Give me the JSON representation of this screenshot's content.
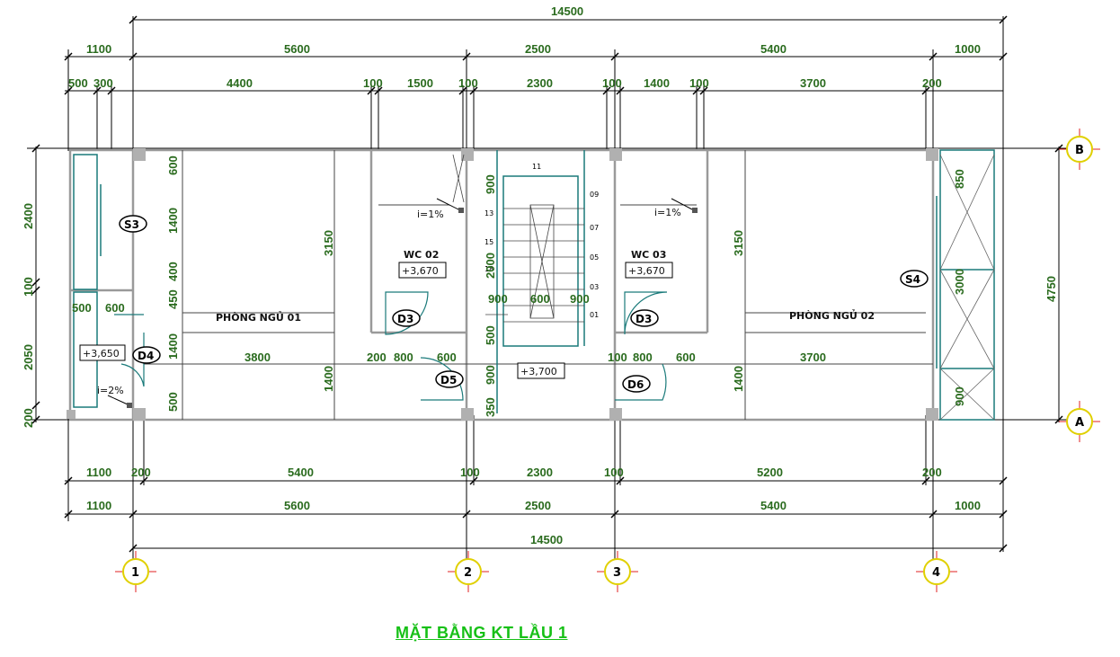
{
  "title": "MẶT BẰNG KT LẦU 1",
  "colors": {
    "dimension": "#2a6b1e",
    "wall": "#9a9a9a",
    "glass": "#1a7a7a",
    "grid_marker": "#e0d000",
    "title": "#16c016"
  },
  "dims": {
    "top_total": "14500",
    "top_row1": [
      "1100",
      "5600",
      "2500",
      "5400",
      "1000"
    ],
    "top_row2": [
      "500",
      "300",
      "4400",
      "100",
      "1500",
      "100",
      "2300",
      "100",
      "1400",
      "100",
      "3700",
      "200"
    ],
    "bottom_row1": [
      "1100",
      "200",
      "5400",
      "100",
      "2300",
      "100",
      "5200",
      "200"
    ],
    "bottom_row2": [
      "1100",
      "5600",
      "2500",
      "5400",
      "1000"
    ],
    "bottom_total": "14500",
    "left": [
      "2400",
      "100",
      "2050",
      "200"
    ],
    "right_total": "4750",
    "right_inner": [
      "850",
      "3000",
      "900"
    ],
    "interior": {
      "room1_left": [
        "600",
        "1400",
        "400",
        "450",
        "1400",
        "500"
      ],
      "h3150_a": "3150",
      "h3150_b": "3150",
      "h1400_a": "1400",
      "h1400_b": "1400",
      "stair_v": [
        "900",
        "2000",
        "500",
        "900",
        "350"
      ],
      "stair_h": [
        "900",
        "600",
        "900"
      ],
      "row_3800": "3800",
      "row_3700": "3700",
      "wc_left": [
        "200",
        "800",
        "600"
      ],
      "wc_right": [
        "100",
        "800",
        "600"
      ],
      "balcony_left": [
        "500",
        "600"
      ]
    }
  },
  "rooms": {
    "bedroom1": "PHÒNG NGỦ 01",
    "bedroom2": "PHÒNG NGỦ 02",
    "wc2": "WC 02",
    "wc3": "WC 03"
  },
  "levels": {
    "wc2": "+3,670",
    "wc3": "+3,670",
    "balcony": "+3,650",
    "hall": "+3,700"
  },
  "slopes": {
    "wc2": "i=1%",
    "wc3": "i=1%",
    "balcony": "i=2%"
  },
  "tags": {
    "s3": "S3",
    "s4": "S4",
    "d3_left": "D3",
    "d3_right": "D3",
    "d4": "D4",
    "d5": "D5",
    "d6": "D6"
  },
  "stair_numbers": [
    "11",
    "13",
    "09",
    "07",
    "05",
    "03",
    "01",
    "18",
    "15"
  ],
  "grid_axes": {
    "columns": [
      "1",
      "2",
      "3",
      "4"
    ],
    "rows": [
      "B",
      "A"
    ]
  }
}
